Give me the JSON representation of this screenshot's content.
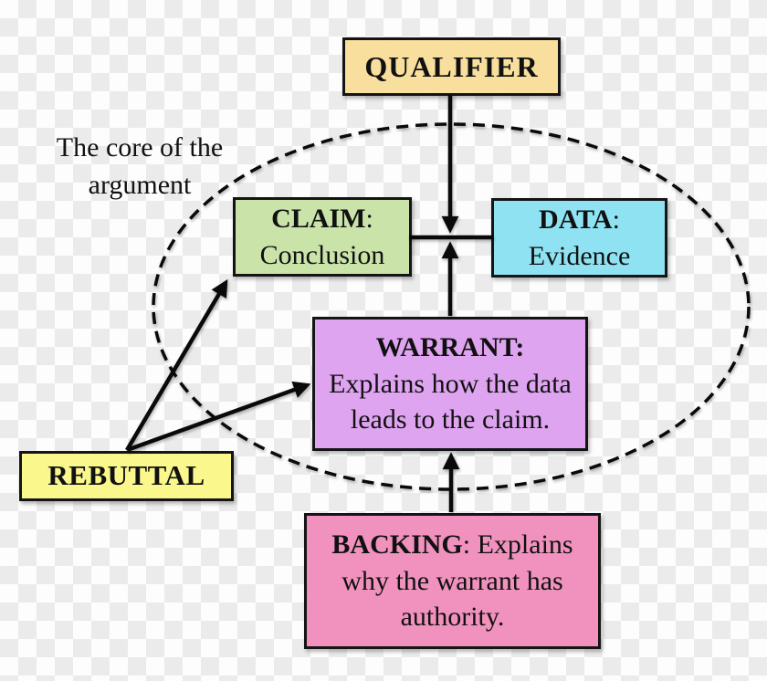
{
  "diagram": {
    "annotation": {
      "line1": "The core of the",
      "line2": "argument"
    },
    "boxes": {
      "qualifier": {
        "label": "QUALIFIER",
        "fill": "#f9df9e"
      },
      "claim": {
        "keyword": "CLAIM",
        "separator": ":",
        "description": "Conclusion",
        "fill": "#c9e3a9"
      },
      "data": {
        "keyword": "DATA",
        "separator": ":",
        "description": "Evidence",
        "fill": "#8ee2f2"
      },
      "warrant": {
        "keyword": "WARRANT:",
        "description": "Explains how the data leads to the claim.",
        "fill": "#dfa4f0"
      },
      "rebuttal": {
        "label": "REBUTTAL",
        "fill": "#faf88c"
      },
      "backing": {
        "keyword": "BACKING",
        "description": ": Explains why the warrant has authority.",
        "fill": "#f092bd"
      }
    },
    "connectors": [
      {
        "from": "qualifier",
        "to": "claim-data-junction",
        "type": "arrow"
      },
      {
        "from": "claim",
        "to": "data",
        "type": "line"
      },
      {
        "from": "warrant",
        "to": "claim-data-junction",
        "type": "arrow"
      },
      {
        "from": "backing",
        "to": "warrant",
        "type": "arrow"
      },
      {
        "from": "rebuttal",
        "to": "claim",
        "type": "arrow"
      },
      {
        "from": "rebuttal",
        "to": "warrant",
        "type": "arrow"
      }
    ],
    "ellipse": {
      "style": "dashed",
      "encloses": [
        "claim",
        "data",
        "warrant"
      ]
    },
    "background": {
      "pattern": "transparency-checkerboard",
      "light": "#fdfdfd",
      "dark": "#ebebeb"
    },
    "line_color": "#0a0a0a"
  }
}
